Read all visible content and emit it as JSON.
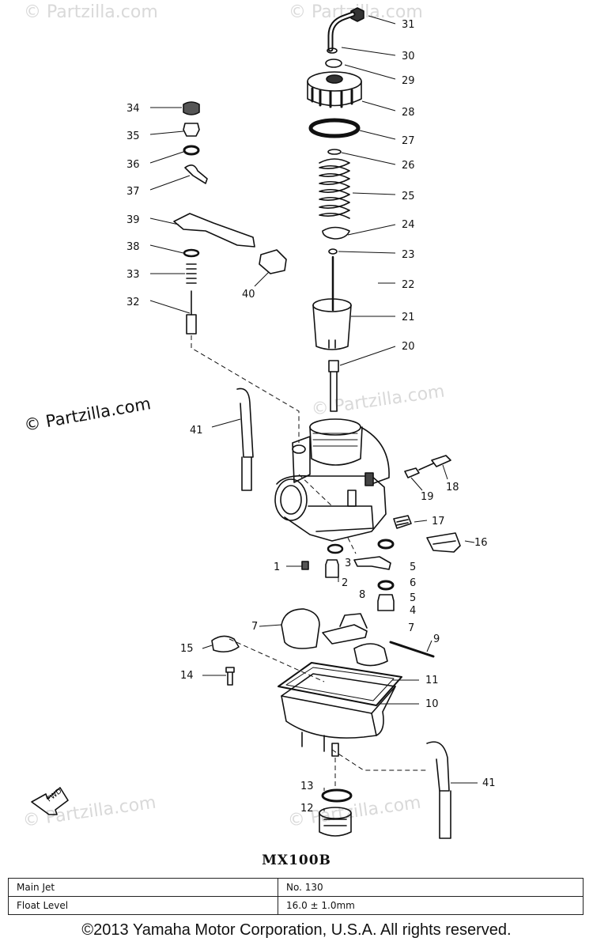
{
  "watermarks": {
    "main": "© Partzilla.com",
    "faint": "© Partzilla.com"
  },
  "callouts": [
    "1",
    "2",
    "3",
    "4",
    "5",
    "5",
    "6",
    "7",
    "7",
    "8",
    "9",
    "10",
    "11",
    "12",
    "13",
    "14",
    "15",
    "16",
    "17",
    "18",
    "19",
    "20",
    "21",
    "22",
    "23",
    "24",
    "25",
    "26",
    "27",
    "28",
    "29",
    "30",
    "31",
    "32",
    "33",
    "34",
    "35",
    "36",
    "37",
    "38",
    "39",
    "40",
    "41",
    "41"
  ],
  "fwd_label": "FWD",
  "model": "MX100B",
  "spec_table": [
    {
      "label": "Main Jet",
      "value": "No. 130"
    },
    {
      "label": "Float Level",
      "value": "16.0 ± 1.0mm"
    }
  ],
  "copyright": "©2013  Yamaha Motor Corporation, U.S.A. All rights reserved.",
  "colors": {
    "line": "#111111",
    "watermark": "#d9d9d9"
  }
}
